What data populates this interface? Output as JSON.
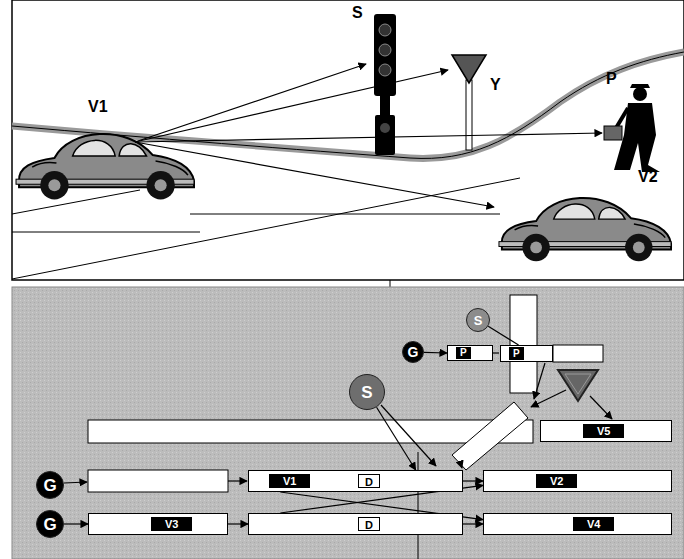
{
  "diagram": {
    "nodes": [
      {
        "text": [
          "S"
        ]
      },
      {
        "text": [
          "G"
        ]
      },
      {
        "text": [
          "P"
        ]
      },
      {
        "text": [
          "P"
        ]
      },
      {
        "text": [
          "S"
        ]
      },
      {
        "text": [
          "V5"
        ]
      },
      {
        "text": [
          "G"
        ]
      },
      {
        "text": [
          "V1",
          "D"
        ]
      },
      {
        "text": [
          "V2"
        ]
      },
      {
        "text": [
          "G"
        ]
      },
      {
        "text": [
          "V3"
        ]
      },
      {
        "text": [
          "D"
        ]
      },
      {
        "text": [
          "V4"
        ]
      }
    ],
    "edges": [
      {
        "from": 1,
        "to": 2,
        "arrow": "to"
      },
      {
        "from": 0,
        "to": 3,
        "arrow": "none"
      },
      {
        "from": 4,
        "to": 7,
        "arrow": "to"
      },
      {
        "from": 7,
        "to": 8,
        "arrow": "to"
      },
      {
        "from": 7,
        "to": 12,
        "arrow": "to"
      },
      {
        "from": 9,
        "to": 10,
        "arrow": "to"
      },
      {
        "from": 10,
        "to": 11,
        "arrow": "to"
      },
      {
        "from": 11,
        "to": 12,
        "arrow": "to"
      },
      {
        "from": 11,
        "to": 8,
        "arrow": "to"
      }
    ],
    "labels": [
      "V1",
      "S",
      "Y",
      "P",
      "V2"
    ]
  }
}
